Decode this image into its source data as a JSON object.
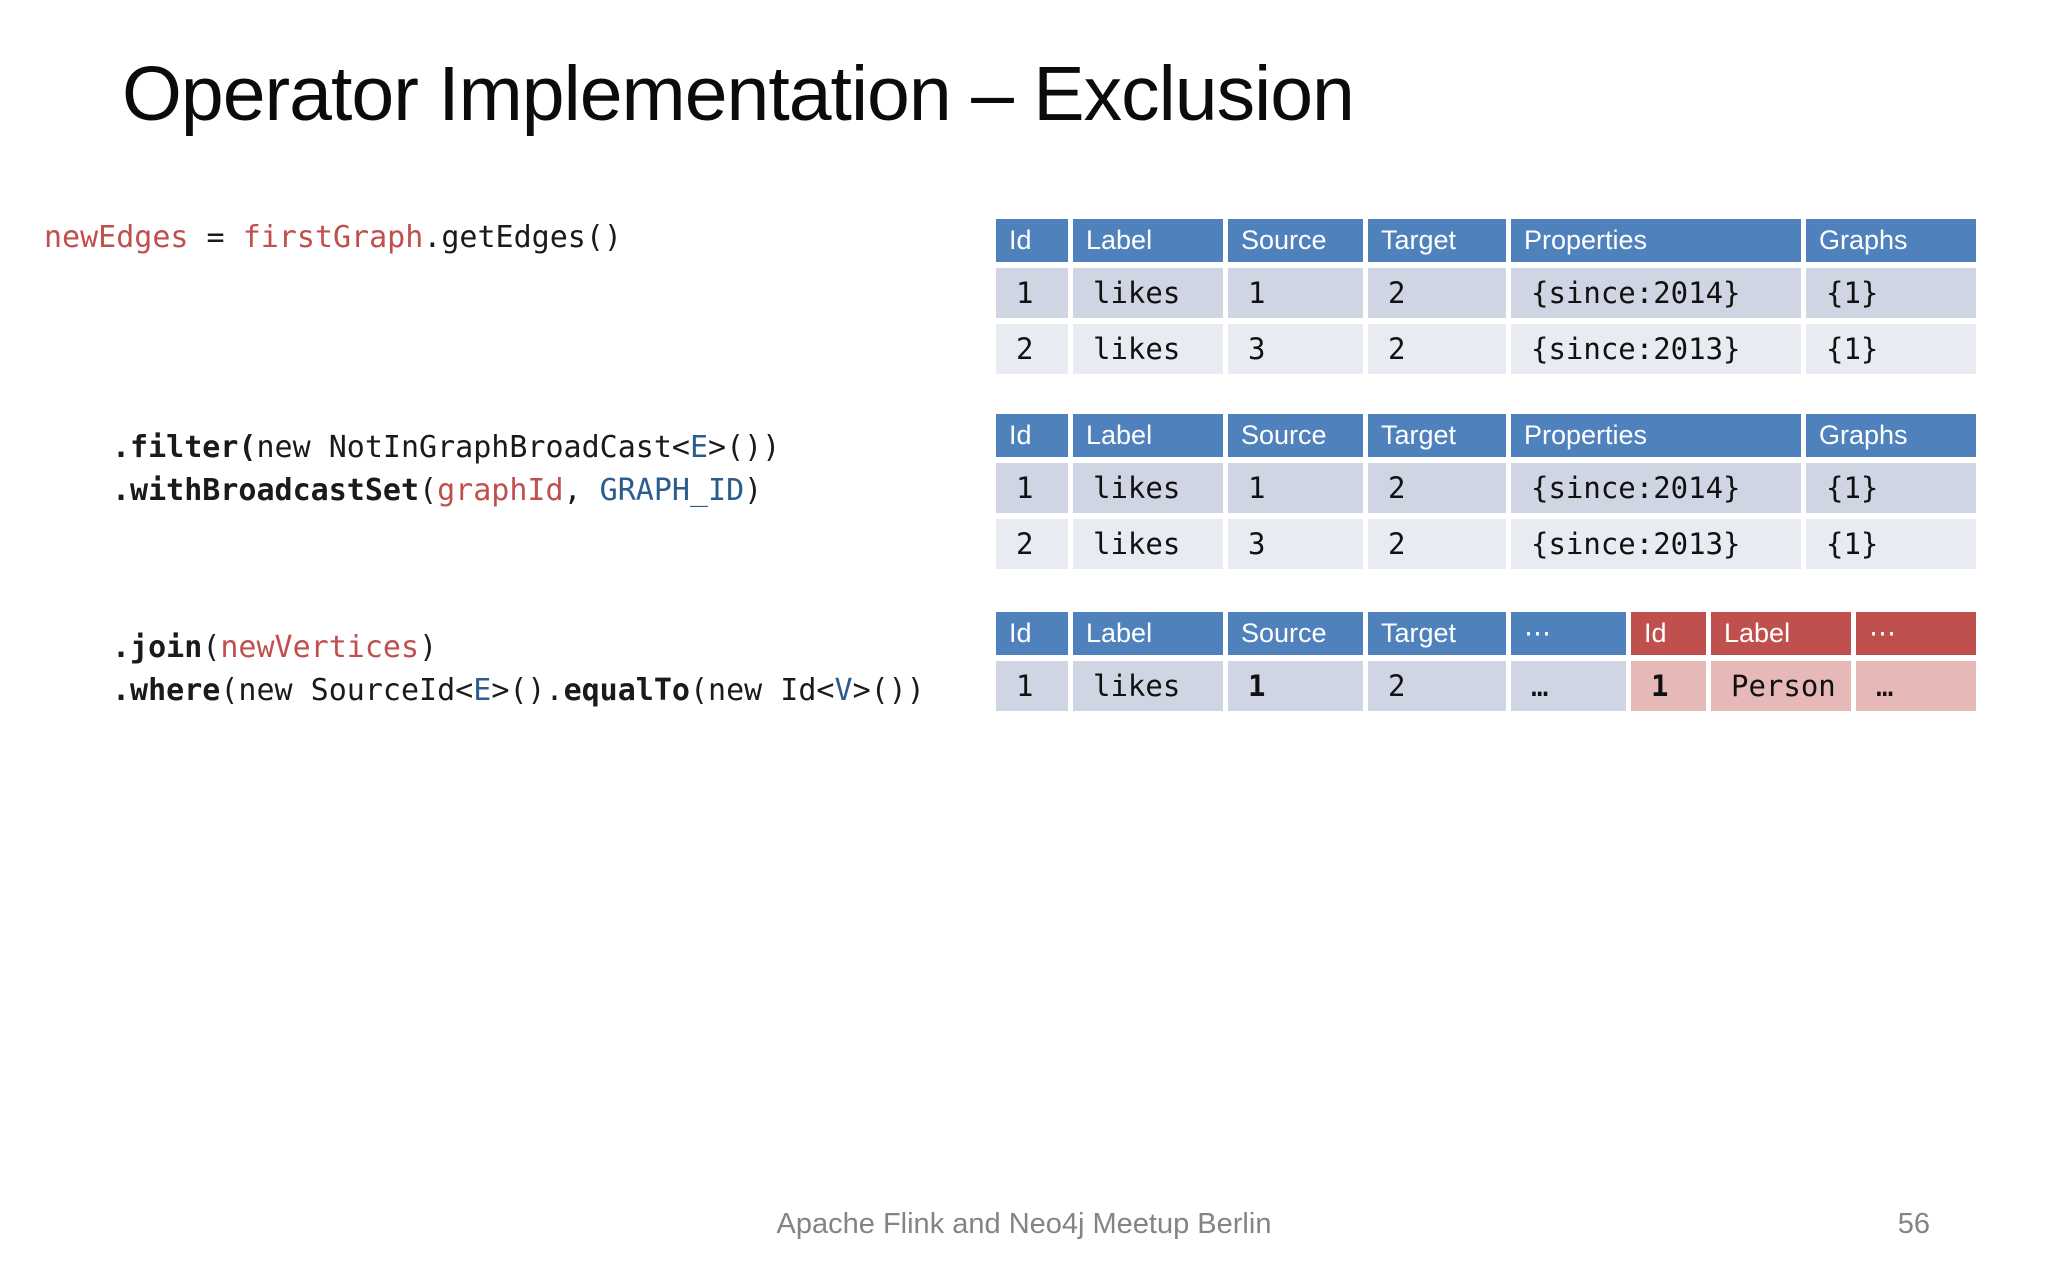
{
  "slide": {
    "title": "Operator Implementation – Exclusion",
    "footer": {
      "center": "Apache Flink and Neo4j Meetup Berlin",
      "page_number": "56"
    }
  },
  "colors": {
    "code_red": "#C0504D",
    "code_blue": "#2B5C90",
    "table_header_blue": "#4F81BD",
    "table_header_red": "#C0504D",
    "row_band_dark": "#CFD5E3",
    "row_band_light": "#E9EBF3",
    "row_pink": "#E6B9B8",
    "footer_gray": "#848484"
  },
  "code_blocks": [
    {
      "name": "code-getedges",
      "lines": [
        [
          {
            "t": "newEdges",
            "s": "red"
          },
          {
            "t": " = ",
            "s": "p"
          },
          {
            "t": "firstGraph",
            "s": "red"
          },
          {
            "t": ".getEdges()",
            "s": "p"
          }
        ]
      ]
    },
    {
      "name": "code-filter-broadcast",
      "lines": [
        [
          {
            "t": ".filter(",
            "s": "b"
          },
          {
            "t": "new NotInGraphBroadCast<",
            "s": "p"
          },
          {
            "t": "E",
            "s": "blue"
          },
          {
            "t": ">())",
            "s": "p"
          }
        ],
        [
          {
            "t": ".withBroadcastSet",
            "s": "b"
          },
          {
            "t": "(",
            "s": "p"
          },
          {
            "t": "graphId",
            "s": "red"
          },
          {
            "t": ", ",
            "s": "p"
          },
          {
            "t": "GRAPH_ID",
            "s": "blue"
          },
          {
            "t": ")",
            "s": "p"
          }
        ]
      ]
    },
    {
      "name": "code-join-where",
      "lines": [
        [
          {
            "t": ".join",
            "s": "b"
          },
          {
            "t": "(",
            "s": "p"
          },
          {
            "t": "newVertices",
            "s": "red"
          },
          {
            "t": ")",
            "s": "p"
          }
        ],
        [
          {
            "t": ".where",
            "s": "b"
          },
          {
            "t": "(new SourceId<",
            "s": "p"
          },
          {
            "t": "E",
            "s": "blue"
          },
          {
            "t": ">().",
            "s": "p"
          },
          {
            "t": "equalTo",
            "s": "b"
          },
          {
            "t": "(new Id<",
            "s": "p"
          },
          {
            "t": "V",
            "s": "blue"
          },
          {
            "t": ">())",
            "s": "p"
          }
        ]
      ]
    }
  ],
  "tables": [
    {
      "name": "edges-table-top",
      "layout": "cols-edges",
      "headers": [
        {
          "label": "Id",
          "variant": "blue"
        },
        {
          "label": "Label",
          "variant": "blue"
        },
        {
          "label": "Source",
          "variant": "blue"
        },
        {
          "label": "Target",
          "variant": "blue"
        },
        {
          "label": "Properties",
          "variant": "blue"
        },
        {
          "label": "Graphs",
          "variant": "blue"
        }
      ],
      "rows": [
        {
          "band": "dark",
          "cells": [
            {
              "v": "1"
            },
            {
              "v": "likes"
            },
            {
              "v": "1"
            },
            {
              "v": "2"
            },
            {
              "v": "{since:2014}"
            },
            {
              "v": "{1}"
            }
          ]
        },
        {
          "band": "light",
          "cells": [
            {
              "v": "2"
            },
            {
              "v": "likes"
            },
            {
              "v": "3"
            },
            {
              "v": "2"
            },
            {
              "v": "{since:2013}"
            },
            {
              "v": "{1}"
            }
          ]
        }
      ]
    },
    {
      "name": "edges-table-filtered",
      "layout": "cols-edges",
      "headers": [
        {
          "label": "Id",
          "variant": "blue"
        },
        {
          "label": "Label",
          "variant": "blue"
        },
        {
          "label": "Source",
          "variant": "blue"
        },
        {
          "label": "Target",
          "variant": "blue"
        },
        {
          "label": "Properties",
          "variant": "blue"
        },
        {
          "label": "Graphs",
          "variant": "blue"
        }
      ],
      "rows": [
        {
          "band": "dark",
          "cells": [
            {
              "v": "1"
            },
            {
              "v": "likes"
            },
            {
              "v": "1"
            },
            {
              "v": "2"
            },
            {
              "v": "{since:2014}"
            },
            {
              "v": "{1}"
            }
          ]
        },
        {
          "band": "light",
          "cells": [
            {
              "v": "2"
            },
            {
              "v": "likes"
            },
            {
              "v": "3"
            },
            {
              "v": "2"
            },
            {
              "v": "{since:2013}"
            },
            {
              "v": "{1}"
            }
          ]
        }
      ]
    },
    {
      "name": "join-result-table",
      "layout": "cols-join",
      "headers": [
        {
          "label": "Id",
          "variant": "blue"
        },
        {
          "label": "Label",
          "variant": "blue"
        },
        {
          "label": "Source",
          "variant": "blue"
        },
        {
          "label": "Target",
          "variant": "blue"
        },
        {
          "label": "⋯",
          "variant": "blue"
        },
        {
          "label": "Id",
          "variant": "red"
        },
        {
          "label": "Label",
          "variant": "red"
        },
        {
          "label": "⋯",
          "variant": "red"
        }
      ],
      "rows": [
        {
          "band": "dark",
          "cells": [
            {
              "v": "1"
            },
            {
              "v": "likes"
            },
            {
              "v": "1",
              "bold": true
            },
            {
              "v": "2"
            },
            {
              "v": "…"
            },
            {
              "v": "1",
              "bold": true,
              "variant": "pink"
            },
            {
              "v": "Person",
              "variant": "pink"
            },
            {
              "v": "…",
              "variant": "pink"
            }
          ]
        }
      ]
    }
  ]
}
